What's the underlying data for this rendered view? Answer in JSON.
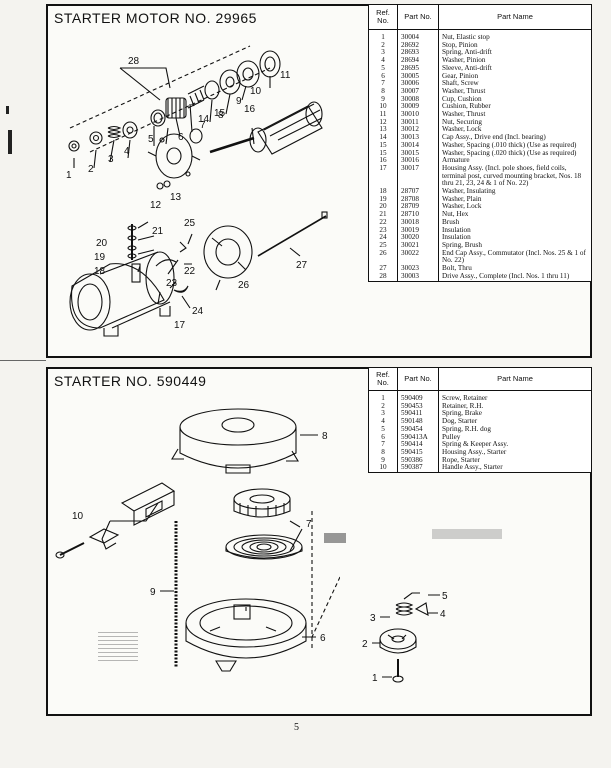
{
  "page_number": "5",
  "starter_motor": {
    "title": "STARTER MOTOR NO. 29965",
    "headers": {
      "ref": "Ref. No.",
      "part": "Part No.",
      "name": "Part Name"
    },
    "parts": [
      {
        "ref": "1",
        "part": "30004",
        "name": "Nut, Elastic stop"
      },
      {
        "ref": "2",
        "part": "28692",
        "name": "Stop, Pinion"
      },
      {
        "ref": "3",
        "part": "28693",
        "name": "Spring, Anti-drift"
      },
      {
        "ref": "4",
        "part": "28694",
        "name": "Washer, Pinion"
      },
      {
        "ref": "5",
        "part": "28695",
        "name": "Sleeve, Anti-drift"
      },
      {
        "ref": "6",
        "part": "30005",
        "name": "Gear, Pinion"
      },
      {
        "ref": "7",
        "part": "30006",
        "name": "Shaft, Screw"
      },
      {
        "ref": "8",
        "part": "30007",
        "name": "Washer, Thrust"
      },
      {
        "ref": "9",
        "part": "30008",
        "name": "Cup, Cushion"
      },
      {
        "ref": "10",
        "part": "30009",
        "name": "Cushion, Rubber"
      },
      {
        "ref": "11",
        "part": "30010",
        "name": "Washer, Thrust"
      },
      {
        "ref": "12",
        "part": "30011",
        "name": "Nut, Securing"
      },
      {
        "ref": "13",
        "part": "30012",
        "name": "Washer, Lock"
      },
      {
        "ref": "14",
        "part": "30013",
        "name": "Cap Assy., Drive end (Incl. bearing)"
      },
      {
        "ref": "15",
        "part": "30014",
        "name": "Washer, Spacing (.010 thick) (Use as required)"
      },
      {
        "ref": "15",
        "part": "30015",
        "name": "Washer, Spacing (.020 thick) (Use as required)"
      },
      {
        "ref": "16",
        "part": "30016",
        "name": "Armature"
      },
      {
        "ref": "17",
        "part": "30017",
        "name": "Housing Assy. (Incl. pole shoes, field coils, terminal post, curved mounting bracket, Nos. 18 thru 21, 23, 24 & 1 of No. 22)"
      },
      {
        "ref": "18",
        "part": "28707",
        "name": "Washer, Insulating"
      },
      {
        "ref": "19",
        "part": "28708",
        "name": "Washer, Plain"
      },
      {
        "ref": "20",
        "part": "28709",
        "name": "Washer, Lock"
      },
      {
        "ref": "21",
        "part": "28710",
        "name": "Nut, Hex"
      },
      {
        "ref": "22",
        "part": "30018",
        "name": "Brush"
      },
      {
        "ref": "23",
        "part": "30019",
        "name": "Insulation"
      },
      {
        "ref": "24",
        "part": "30020",
        "name": "Insulation"
      },
      {
        "ref": "25",
        "part": "30021",
        "name": "Spring, Brush"
      },
      {
        "ref": "26",
        "part": "30022",
        "name": "End Cap Assy., Commutator (Incl. Nos. 25 & 1 of No. 22)"
      },
      {
        "ref": "27",
        "part": "30023",
        "name": "Bolt, Thru"
      },
      {
        "ref": "28",
        "part": "30003",
        "name": "Drive Assy., Complete (Incl. Nos. 1 thru 11)"
      }
    ],
    "callouts": [
      "1",
      "2",
      "3",
      "4",
      "5",
      "6",
      "7",
      "8",
      "9",
      "10",
      "11",
      "12",
      "13",
      "14",
      "15",
      "16",
      "17",
      "18",
      "19",
      "20",
      "21",
      "22",
      "23",
      "24",
      "25",
      "26",
      "27",
      "28"
    ]
  },
  "starter": {
    "title": "STARTER NO. 590449",
    "headers": {
      "ref": "Ref. No.",
      "part": "Part No.",
      "name": "Part Name"
    },
    "parts": [
      {
        "ref": "1",
        "part": "590409",
        "name": "Screw, Retainer"
      },
      {
        "ref": "2",
        "part": "590453",
        "name": "Retainer, R.H."
      },
      {
        "ref": "3",
        "part": "590411",
        "name": "Spring, Brake"
      },
      {
        "ref": "4",
        "part": "590148",
        "name": "Dog, Starter"
      },
      {
        "ref": "5",
        "part": "590454",
        "name": "Spring, R.H. dog"
      },
      {
        "ref": "6",
        "part": "590413A",
        "name": "Pulley"
      },
      {
        "ref": "7",
        "part": "590414",
        "name": "Spring & Keeper Assy."
      },
      {
        "ref": "8",
        "part": "590415",
        "name": "Housing Assy., Starter"
      },
      {
        "ref": "9",
        "part": "590386",
        "name": "Rope, Starter"
      },
      {
        "ref": "10",
        "part": "590387",
        "name": "Handle Assy., Starter"
      }
    ],
    "callouts": [
      "1",
      "2",
      "3",
      "4",
      "5",
      "6",
      "7",
      "8",
      "9",
      "10"
    ]
  }
}
